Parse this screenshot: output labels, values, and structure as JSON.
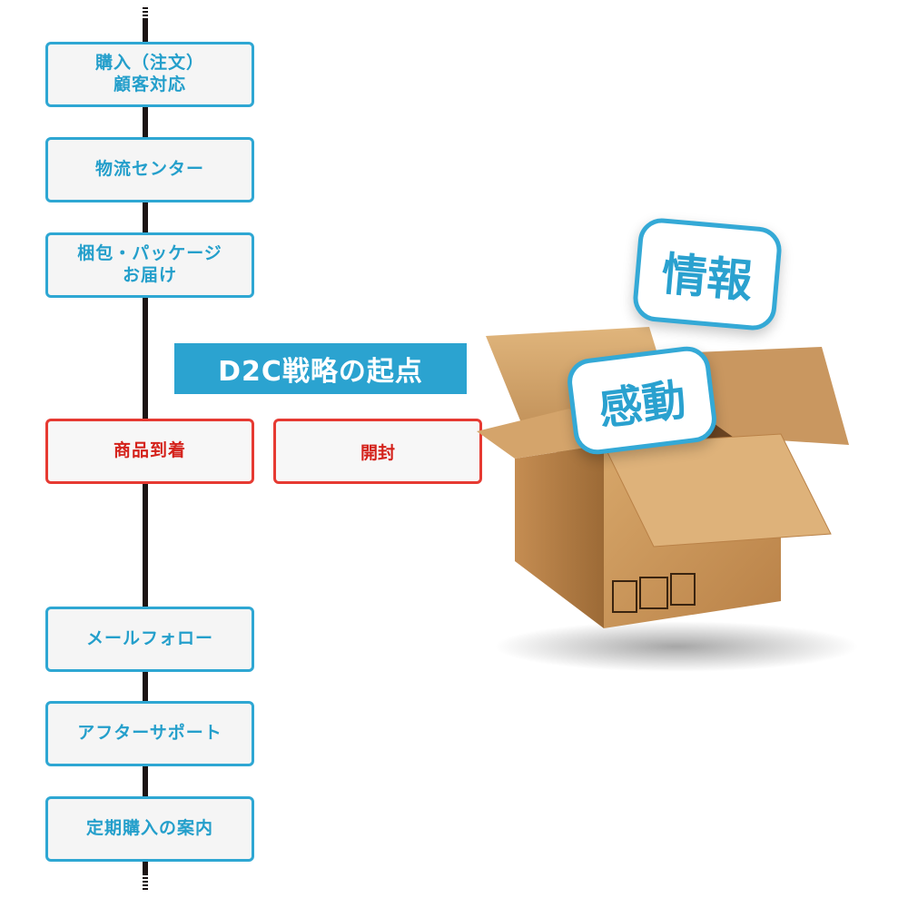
{
  "steps": [
    {
      "lines": [
        "購入（注文）",
        "顧客対応"
      ],
      "highlight": false
    },
    {
      "lines": [
        "物流センター"
      ],
      "highlight": false
    },
    {
      "lines": [
        "梱包・パッケージ",
        "お届け"
      ],
      "highlight": false
    },
    {
      "lines": [
        "商品到着"
      ],
      "highlight": true
    },
    {
      "lines": [
        "メールフォロー"
      ],
      "highlight": false
    },
    {
      "lines": [
        "アフターサポート"
      ],
      "highlight": false
    },
    {
      "lines": [
        "定期購入の案内"
      ],
      "highlight": false
    }
  ],
  "branch": {
    "label": "開封"
  },
  "banner": {
    "label": "D2C戦略の起点"
  },
  "tags": {
    "info": "情報",
    "emotion": "感動"
  },
  "colors": {
    "accent_blue": "#2ea7d3",
    "highlight_red": "#e63a32",
    "timeline": "#1c1414",
    "cardboard": "#c8955a"
  }
}
